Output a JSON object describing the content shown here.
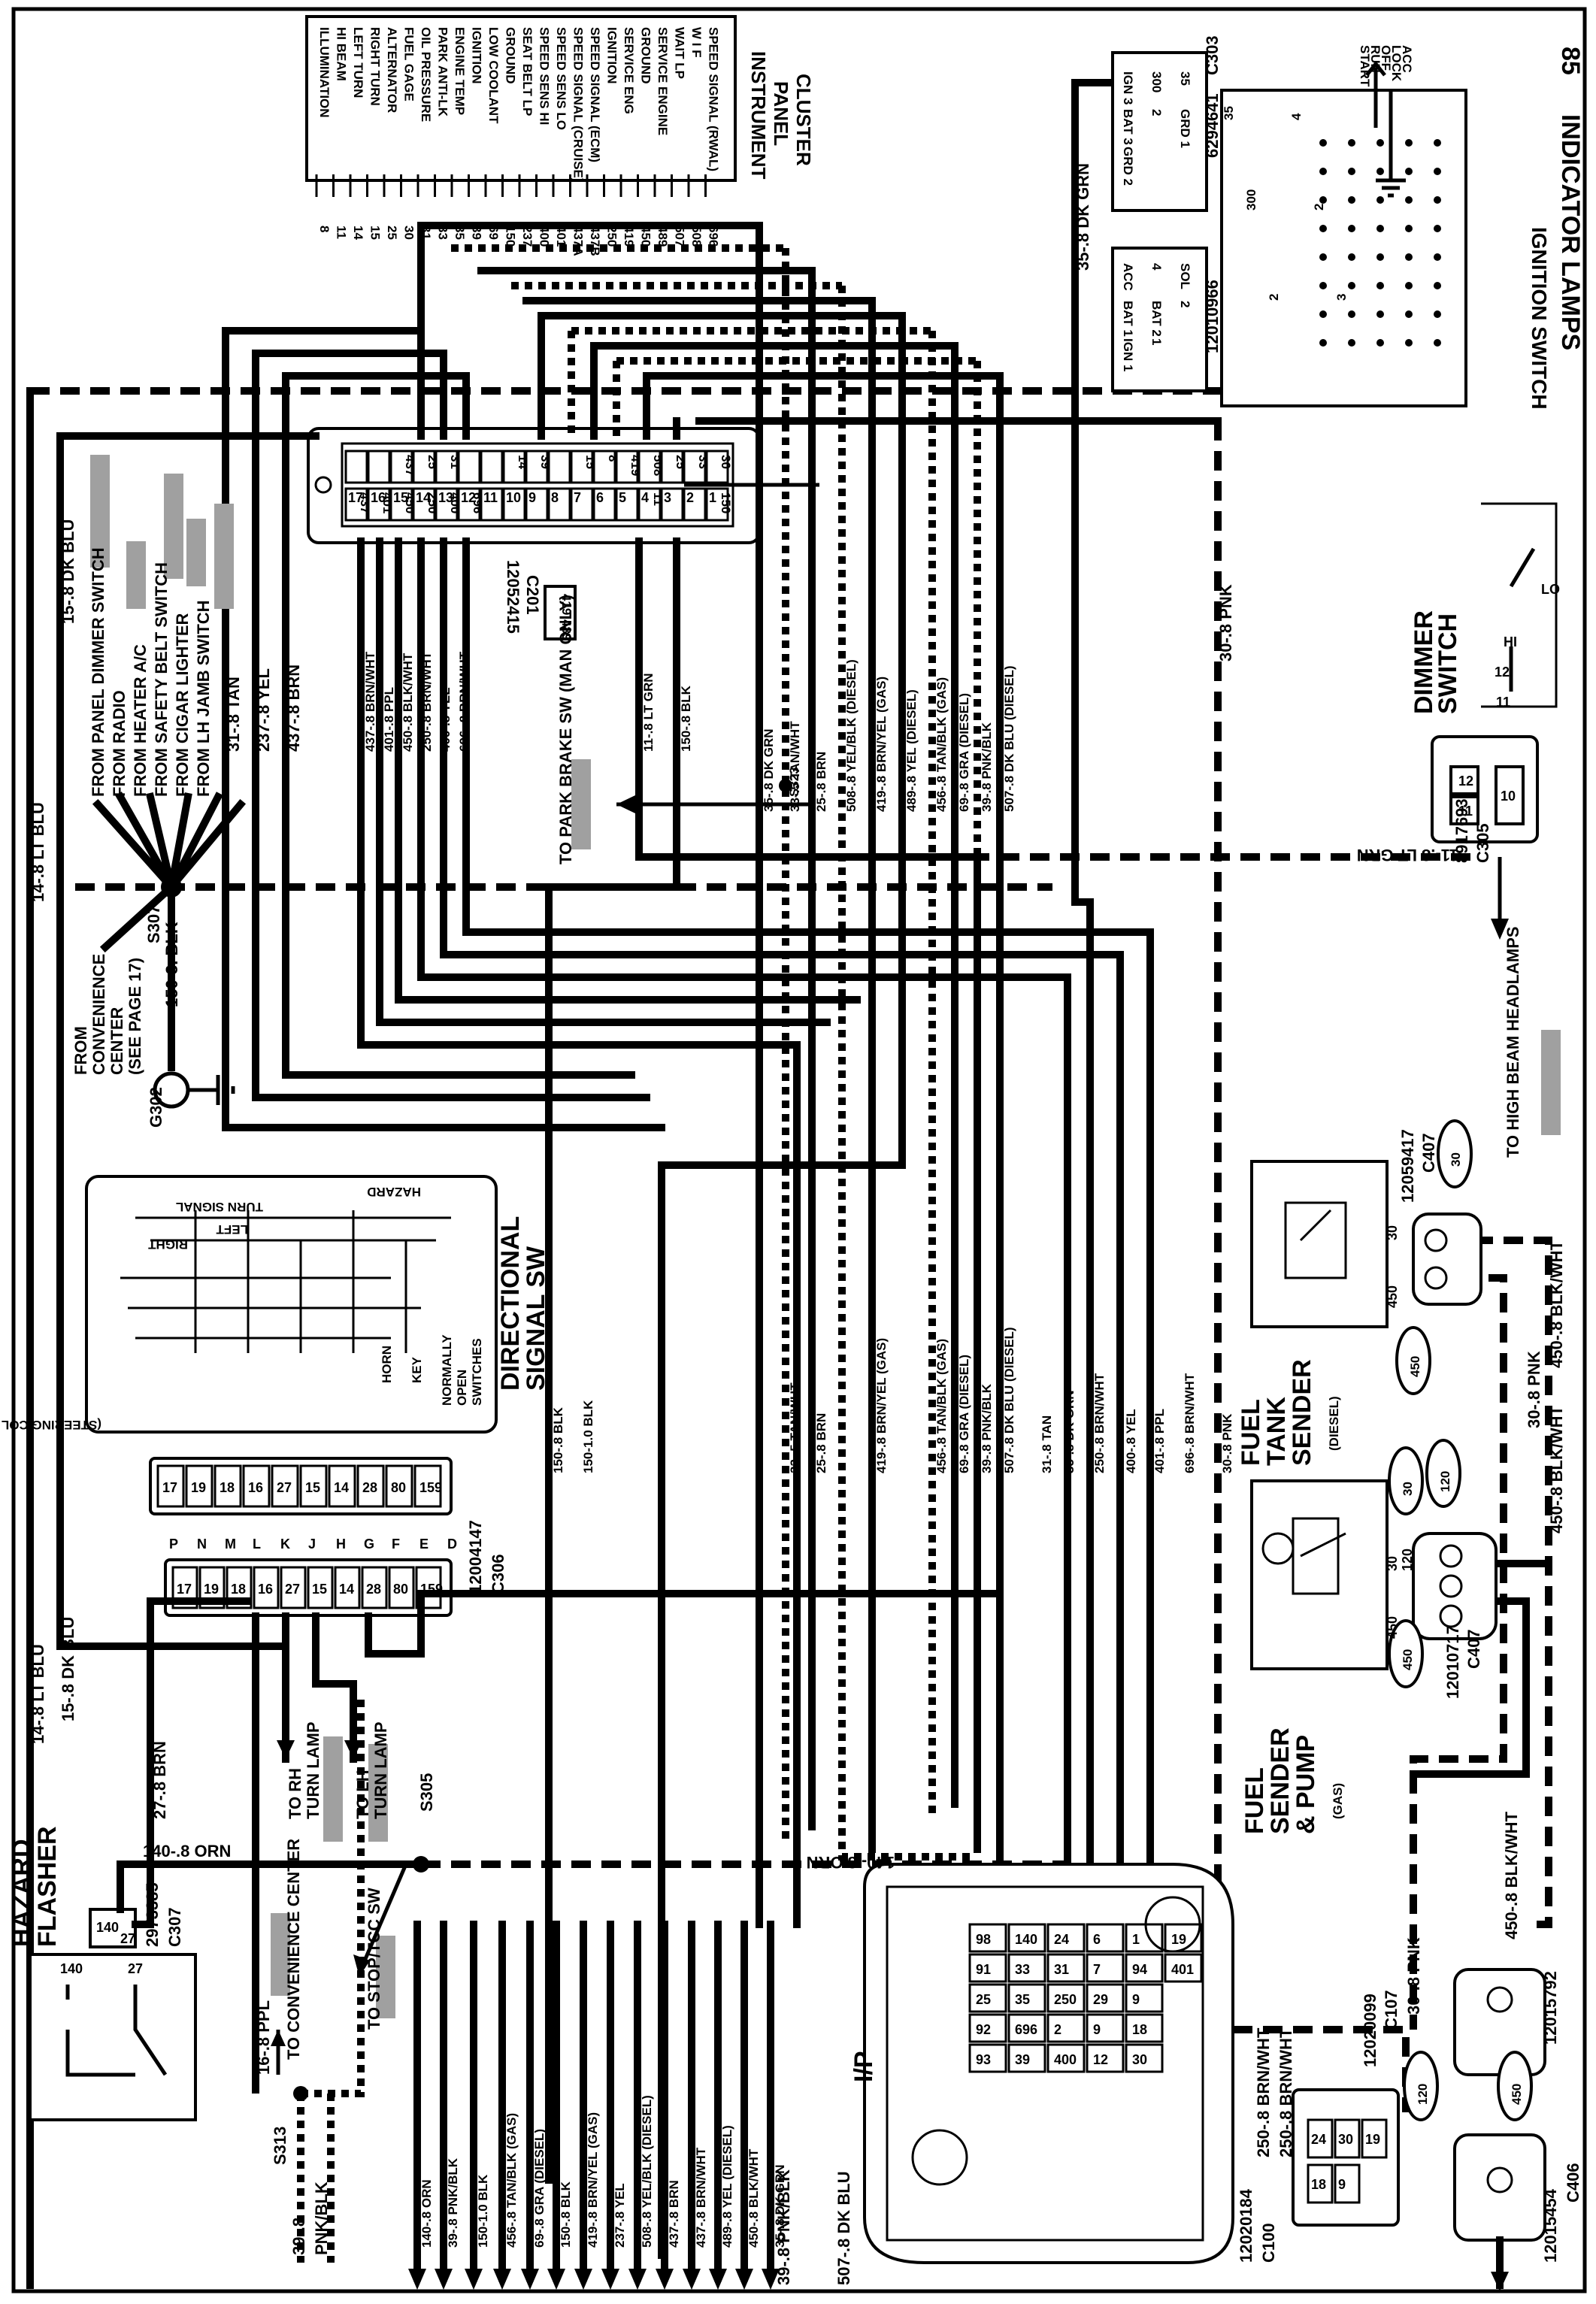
{
  "page": {
    "number": "85",
    "title": "INDICATOR LAMPS",
    "subtitle": "IGNITION SWITCH"
  },
  "cluster": {
    "title_lines": [
      "INSTRUMENT",
      "PANEL",
      "CLUSTER"
    ],
    "connector_part": "12052415",
    "connector_id": "C201",
    "legend": [
      {
        "code": "8",
        "name": "ILLUMINATION"
      },
      {
        "code": "11",
        "name": "HI BEAM"
      },
      {
        "code": "14",
        "name": "LEFT TURN"
      },
      {
        "code": "15",
        "name": "RIGHT TURN"
      },
      {
        "code": "25",
        "name": "ALTERNATOR"
      },
      {
        "code": "30",
        "name": "FUEL GAGE"
      },
      {
        "code": "31",
        "name": "OIL PRESSURE"
      },
      {
        "code": "33",
        "name": "PARK ANTI-LK"
      },
      {
        "code": "35",
        "name": "ENGINE TEMP"
      },
      {
        "code": "39",
        "name": "IGNITION"
      },
      {
        "code": "69",
        "name": "LOW COOLANT"
      },
      {
        "code": "150",
        "name": "GROUND"
      },
      {
        "code": "237",
        "name": "SEAT BELT LP"
      },
      {
        "code": "400",
        "name": "SPEED SENS  HI"
      },
      {
        "code": "401",
        "name": "SPEED SENS  LO"
      },
      {
        "code": "437A",
        "name": "SPEED SIGNAL (CRUISE)"
      },
      {
        "code": "437B",
        "name": "SPEED SIGNAL (ECM)"
      },
      {
        "code": "250",
        "name": "IGNITION"
      },
      {
        "code": "419",
        "name": "SERVICE ENG"
      },
      {
        "code": "450",
        "name": "GROUND"
      },
      {
        "code": "489",
        "name": "SERVICE ENGINE"
      },
      {
        "code": "507",
        "name": "WAIT LP"
      },
      {
        "code": "508",
        "name": "W I F"
      },
      {
        "code": "696",
        "name": "SPEED SIGNAL (RWAL)"
      }
    ],
    "top_pins": [
      "17",
      "16",
      "15",
      "14",
      "13",
      "12",
      "11",
      "10",
      "9",
      "8",
      "7",
      "6",
      "5",
      "4",
      "3",
      "2",
      "1"
    ],
    "top_codes": [
      "437",
      "401",
      "450",
      "250",
      "400",
      "696",
      "",
      "",
      "",
      "",
      "",
      "",
      "",
      "11",
      "",
      "",
      "150"
    ],
    "upper_codes": [
      "",
      "",
      "437",
      "25",
      "31",
      "",
      "",
      "14",
      "39",
      "",
      "15",
      "8",
      "419",
      "508",
      "25",
      "33",
      "30"
    ],
    "box_419": "419",
    "box_489": "489"
  },
  "ignition": {
    "connector_a": "6294641",
    "connector_a_id": "C303",
    "connector_b": "12010966",
    "pins_a": [
      "IGN 3",
      "300",
      "35",
      "BAT 3",
      "2",
      "GRD 1",
      "GRD 2"
    ],
    "pins_b": [
      "ACC",
      "4",
      "SOL",
      "BAT 1",
      "BAT 2",
      "2",
      "IGN 1",
      "1"
    ],
    "positions": [
      "START",
      "RUN",
      "OFF",
      "LOCK",
      "ACC"
    ],
    "wires": [
      "35",
      "300",
      "2",
      "4",
      "2",
      "3"
    ]
  },
  "dimmer": {
    "title_lines": [
      "DIMMER",
      "SWITCH"
    ],
    "part": "8917693",
    "id": "C305",
    "pins": [
      "12",
      "11",
      "10"
    ],
    "hi": "HI",
    "lo": "LO",
    "p12": "12",
    "p11": "11",
    "wire": "11-.8 LT GRN",
    "to_hi_beam": "TO HIGH BEAM HEADLAMPS"
  },
  "fuel_tank": {
    "title_lines": [
      "FUEL",
      "TANK",
      "SENDER"
    ],
    "sub": "(DIESEL)",
    "part": "12059417",
    "id": "C407",
    "p30": "30",
    "p450": "450",
    "bubble30": "30",
    "bubble450": "450"
  },
  "fuel_pump": {
    "title_lines": [
      "FUEL",
      "SENDER",
      "& PUMP"
    ],
    "sub": "(GAS)",
    "part": "12010717",
    "id": "C407",
    "p30": "30",
    "p120": "120",
    "p30b": "30",
    "p120b": "120",
    "p450": "450",
    "bubble450": "450"
  },
  "directional": {
    "title_lines": [
      "DIRECTIONAL",
      "SIGNAL SW"
    ],
    "notes": [
      "(STEERING COL SWITCHES)",
      "TURN SIGNAL",
      "LEFT",
      "RIGHT",
      "HAZARD",
      "HORN",
      "KEY",
      "NORMALLY",
      "OPEN",
      "SWITCHES"
    ],
    "pins_top": [
      "17",
      "19",
      "18",
      "16",
      "27",
      "15",
      "14",
      "28",
      "80",
      "159"
    ],
    "letters": [
      "P",
      "N",
      "M",
      "L",
      "K",
      "J",
      "H",
      "G",
      "F",
      "E",
      "D"
    ],
    "pins_bot": [
      "17",
      "19",
      "18",
      "16",
      "27",
      "15",
      "14",
      "28",
      "80",
      "159"
    ],
    "part": "12004147",
    "id": "C306"
  },
  "hazard": {
    "title_lines": [
      "HAZARD",
      "FLASHER"
    ],
    "part": "2973385",
    "id": "C307",
    "p140": "140",
    "p27": "27"
  },
  "ground": {
    "id": "G302",
    "splice": "S307",
    "wire": "150-3. BLK",
    "conv_lines": [
      "FROM",
      "CONVENIENCE",
      "CENTER",
      "(SEE PAGE 17)"
    ]
  },
  "from_labels": [
    "FROM PANEL DIMMER SWITCH",
    "FROM RADIO",
    "FROM HEATER A/C",
    "FROM SAFETY BELT SWITCH",
    "FROM CIGAR LIGHTER",
    "FROM LH JAMB SWITCH"
  ],
  "left_wires": [
    "14-.8 LT BLU",
    "15-.8 DK BLU"
  ],
  "cluster_wires_left": [
    "31-.8 TAN",
    "237-.8 YEL",
    "437-.8 BRN"
  ],
  "cluster_wires_mid": [
    "437-.8 BRN/WHT",
    "401-.8 PPL",
    "450-.8 BLK/WHT",
    "250-.8 BRN/WHT",
    "400-.8 YEL",
    "696-.8 BRN/WHT"
  ],
  "cluster_wires_right": [
    "11-.8 LT GRN",
    "150-.8 BLK",
    "35-.8 DK GRN",
    "33-.5 TAN/WHT",
    "25-.8 BRN",
    "508-.8 YEL/BLK (DIESEL)",
    "419-.8 BRN/YEL (GAS)",
    "489-.8 YEL (DIESEL)",
    "456-.8 TAN/BLK (GAS)",
    "69-.8 GRA (DIESEL)",
    "39-.8 PNK/BLK",
    "507-.8 DK BLU (DIESEL)"
  ],
  "park_brake": "TO PARK BRAKE SW (MAN ONLY)",
  "s323": "S323",
  "wire_30_pnk": "30-.8 PNK",
  "ign_wire": "35-.8 DK GRN",
  "mid_wires": [
    "150-.8 BLK",
    "150-1.0 BLK",
    "33-.5 TAN/WHT",
    "25-.8 BRN",
    "419-.8 BRN/YEL (GAS)",
    "456-.8 TAN/BLK (GAS)",
    "69-.8 GRA (DIESEL)",
    "39-.8 PNK/BLK",
    "507-.8 DK BLU (DIESEL)",
    "31-.8 TAN",
    "35-.8 DK GRN",
    "250-.8 BRN/WHT",
    "400-.8 YEL",
    "401-.8 PPL",
    "696-.8 BRN/WHT",
    "30-.8 PNK"
  ],
  "lower_left": {
    "to_rh": [
      "TO RH",
      "TURN LAMP"
    ],
    "to_lh": [
      "TO LH",
      "TURN LAMP"
    ],
    "s305": "S305",
    "w27": "27-.8 BRN",
    "w140": "140-.8 ORN",
    "w140b": "140-.8 ORN",
    "to_conv": "TO CONVENIENCE CENTER",
    "to_stop": "TO STOP/TCC SW",
    "w16": "16-.8 PPL",
    "s313": "S313",
    "w39a": "39-.8",
    "w39b": "PNK/BLK"
  },
  "bottom_wires": [
    "140-.8 ORN",
    "39-.8 PNK/BLK",
    "150-1.0 BLK",
    "456-.8 TAN/BLK (GAS)",
    "69-.8 GRA (DIESEL)",
    "150-.8 BLK",
    "419-.8 BRN/YEL (GAS)",
    "237-.8 YEL",
    "508-.8 YEL/BLK (DIESEL)",
    "437-.8 BRN",
    "437-.8 BRN/WHT",
    "489-.8 YEL (DIESEL)",
    "450-.8 BLK/WHT",
    "35-.8 DK GRN"
  ],
  "bulkhead": {
    "label": "I/P",
    "part": "12020184",
    "id": "C100",
    "cells": [
      "98",
      "91",
      "25",
      "92",
      "93",
      "140",
      "33",
      "35",
      "696",
      "39",
      "24",
      "31",
      "250",
      "2",
      "400",
      "6",
      "7",
      "29",
      "9",
      "12",
      "1",
      "94",
      "9",
      "18",
      "30",
      "19",
      "401"
    ],
    "w507": "507-.8 DK BLU",
    "w39": "39-.8 PNK/BLK",
    "w250a": "250-.8 BRN/WHT",
    "w250b": "250-.8 BRN/WHT"
  },
  "c107": {
    "part": "12020099",
    "id": "C107",
    "pins": [
      "24",
      "30",
      "19",
      "18",
      "9"
    ]
  },
  "c406": {
    "part": "12015792",
    "part2": "12015454",
    "id": "C406",
    "b120": "120",
    "b450": "450",
    "w30": "30-.8 PNK",
    "w450": "450-.8 BLK/WHT"
  },
  "right_wires": [
    "30-.8 PNK",
    "450-.8 BLK/WHT"
  ]
}
